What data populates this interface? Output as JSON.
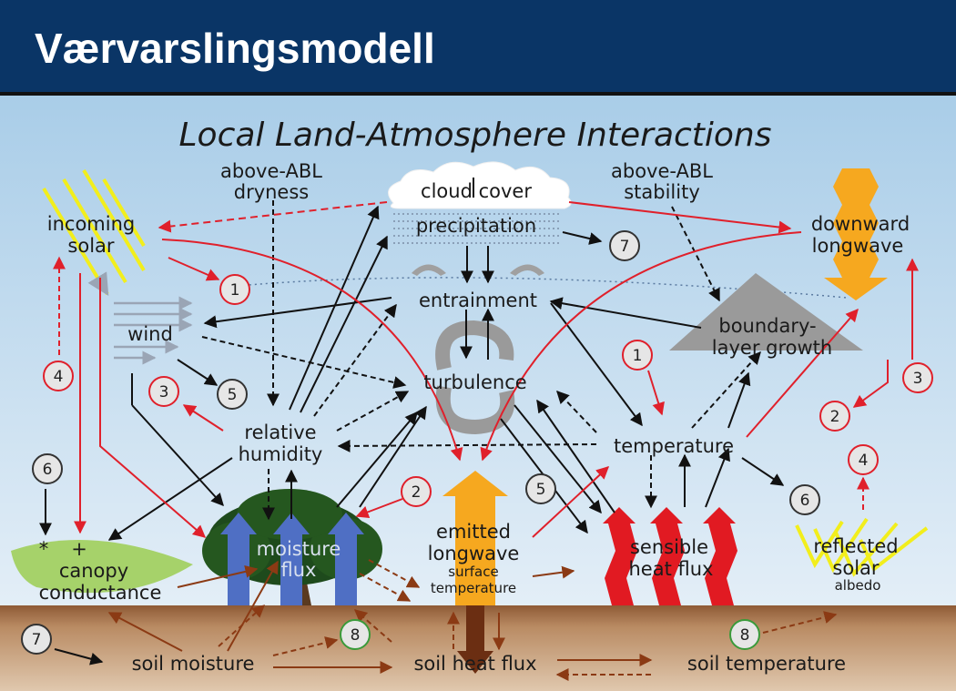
{
  "slide": {
    "title": "Værvarslingsmodell"
  },
  "diagram": {
    "heading": "Local Land-Atmosphere Interactions",
    "labels": {
      "above_abl_dryness_1": "above-ABL",
      "above_abl_dryness_2": "dryness",
      "cloud_cover": "cloud cover",
      "precipitation": "precipitation",
      "above_abl_stability_1": "above-ABL",
      "above_abl_stability_2": "stability",
      "incoming_solar_1": "incoming",
      "incoming_solar_2": "solar",
      "downward_longwave_1": "downward",
      "downward_longwave_2": "longwave",
      "entrainment": "entrainment",
      "wind": "wind",
      "boundary_layer_1": "boundary-",
      "boundary_layer_2": "layer growth",
      "turbulence": "turbulence",
      "relative_humidity_1": "relative",
      "relative_humidity_2": "humidity",
      "temperature": "temperature",
      "moisture_flux_1": "moisture",
      "moisture_flux_2": "flux",
      "emitted_longwave_1": "emitted",
      "emitted_longwave_2": "longwave",
      "surface_temperature_1": "surface",
      "surface_temperature_2": "temperature",
      "sensible_heat_flux_1": "sensible",
      "sensible_heat_flux_2": "heat flux",
      "reflected_solar_1": "reflected",
      "reflected_solar_2": "solar",
      "albedo": "albedo",
      "canopy_conductance_1": "canopy",
      "canopy_conductance_2": "conductance",
      "sign_star": "*",
      "sign_plus": "+",
      "soil_moisture": "soil moisture",
      "soil_heat_flux": "soil heat flux",
      "soil_temperature": "soil temperature"
    },
    "markers": {
      "m1a": "1",
      "m1b": "1",
      "m2a": "2",
      "m2b": "2",
      "m3a": "3",
      "m3b": "3",
      "m4a": "4",
      "m4b": "4",
      "m5a": "5",
      "m5b": "5",
      "m6a": "6",
      "m6b": "6",
      "m7a": "7",
      "m7b": "7",
      "m8a": "8",
      "m8b": "8"
    },
    "colors": {
      "sky_top": "#a9cde8",
      "sky_bottom": "#e3eef7",
      "soil": "#a8724a",
      "red_link": "#e0202b",
      "black_link": "#111111",
      "brown_link": "#8b3a14",
      "marker_fill": "#e6e6e6",
      "emitted_longwave": "#f6a81f",
      "sensible_heat": "#e11a22",
      "moisture_flux": "#4f6fc4",
      "solar_rays": "#f2ee1c",
      "canopy_leaf": "#a6d26a"
    }
  }
}
